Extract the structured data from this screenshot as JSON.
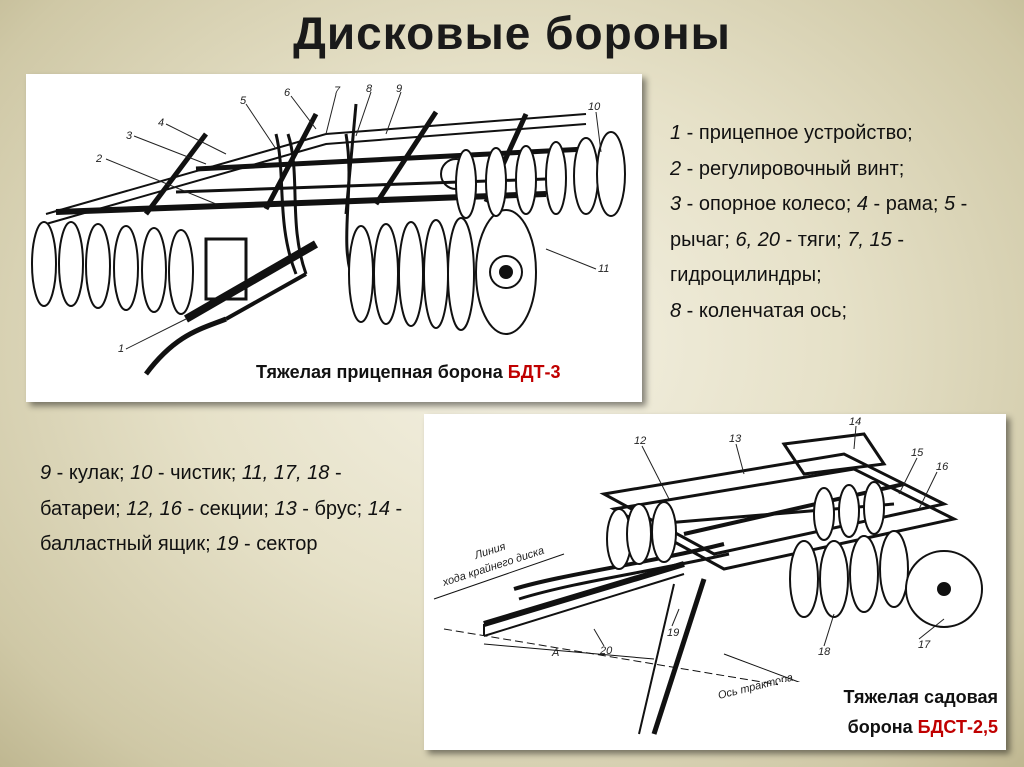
{
  "slide": {
    "title": "Дисковые бороны"
  },
  "figure1": {
    "caption_text": "Тяжелая прицепная борона ",
    "caption_model": "БДТ-3",
    "part_numbers": [
      "1",
      "2",
      "3",
      "4",
      "5",
      "6",
      "7",
      "8",
      "9",
      "10",
      "11"
    ]
  },
  "figure2": {
    "caption_line1": "Тяжелая садовая",
    "caption_line2": "борона ",
    "caption_model": "БДСТ-2,5",
    "part_numbers": [
      "12",
      "13",
      "14",
      "15",
      "16",
      "17",
      "18",
      "19",
      "20"
    ],
    "annotation_line1": "Линия",
    "annotation_line2": "хода крайнего диска",
    "annotation_axis": "Ось трактора",
    "annotation_a": "А"
  },
  "legend1": [
    {
      "num": "1",
      "text": " - прицепное устройство;"
    },
    {
      "num": "2",
      "text": " - регулировочный винт;"
    },
    {
      "num": "3",
      "text": " - опорное колесо; "
    },
    {
      "num": "4",
      "text": " - рама; "
    },
    {
      "num": "5",
      "text": " - рычаг; "
    },
    {
      "num": "6, 20",
      "text": " - тяги; "
    },
    {
      "num": "7, 15",
      "text": " - гидроцилиндры;"
    },
    {
      "num": "8",
      "text": " - коленчатая ось;"
    }
  ],
  "legend2": [
    {
      "num": "9",
      "text": " - кулак; "
    },
    {
      "num": "10",
      "text": " - чистик; "
    },
    {
      "num": "11, 17, 18",
      "text": " - батареи; "
    },
    {
      "num": "12, 16",
      "text": " - секции; "
    },
    {
      "num": "13",
      "text": " - брус; "
    },
    {
      "num": "14",
      "text": " - балластный ящик; "
    },
    {
      "num": "19",
      "text": " - сектор"
    }
  ]
}
